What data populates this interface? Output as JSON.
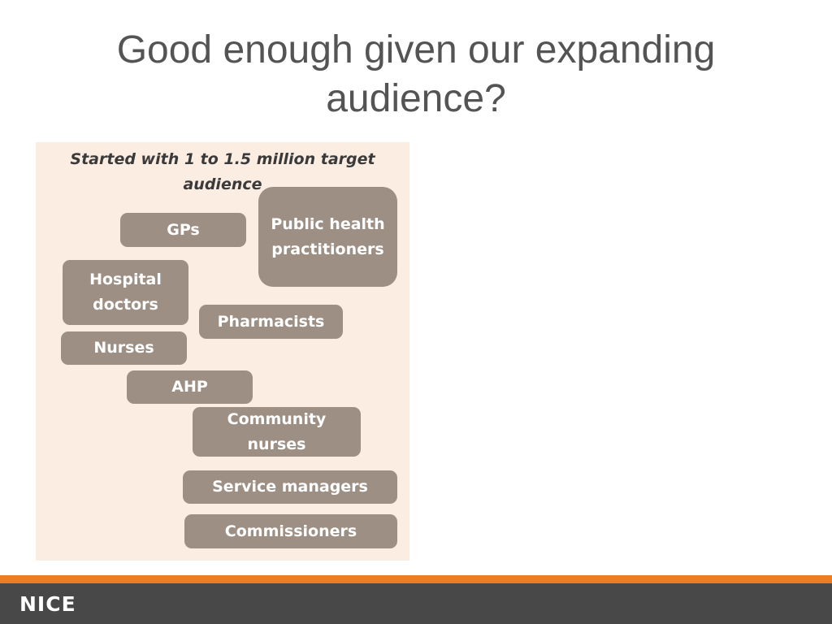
{
  "slide": {
    "title": "Good enough given our expanding audience?",
    "panel_heading": "Started with 1 to 1.5 million target audience",
    "audience_groups": [
      "GPs",
      "Public health practitioners",
      "Hospital doctors",
      "Pharmacists",
      "Nurses",
      "AHP",
      "Community nurses",
      "Service managers",
      "Commissioners"
    ]
  },
  "footer": {
    "logo_text": "NICE"
  },
  "colors": {
    "panel_background": "#fcede3",
    "pill_background": "#9e8f84",
    "accent_stripe": "#ee7d21",
    "footer_background": "#484848",
    "title_text": "#545454"
  }
}
